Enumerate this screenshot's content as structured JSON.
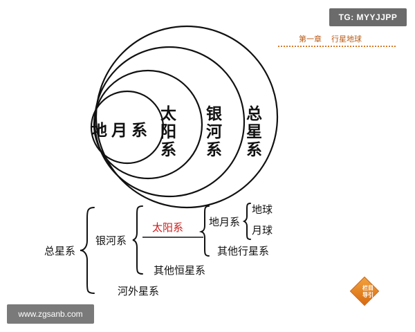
{
  "header": {
    "badge": "TG: MYYJJPP",
    "chapter": "第一章",
    "chapter_title": "行星地球"
  },
  "circles": {
    "c1": [
      "地",
      "月",
      "系"
    ],
    "c2": [
      "太",
      "阳",
      "系"
    ],
    "c3": [
      "银",
      "河",
      "系"
    ],
    "c4": [
      "总",
      "星",
      "系"
    ]
  },
  "tree": {
    "root": "总星系",
    "galaxy": "银河系",
    "solar": "太阳系",
    "earth_moon": "地月系",
    "earth": "地球",
    "moon": "月球",
    "other_planets": "其他行星系",
    "other_stars": "其他恒星系",
    "extragalactic": "河外星系"
  },
  "colors": {
    "highlight": "#cc1a1a",
    "accent": "#d77a2a"
  },
  "footer": {
    "watermark": "www.zgsanb.com",
    "nav_line1": "栏目",
    "nav_line2": "导引"
  }
}
